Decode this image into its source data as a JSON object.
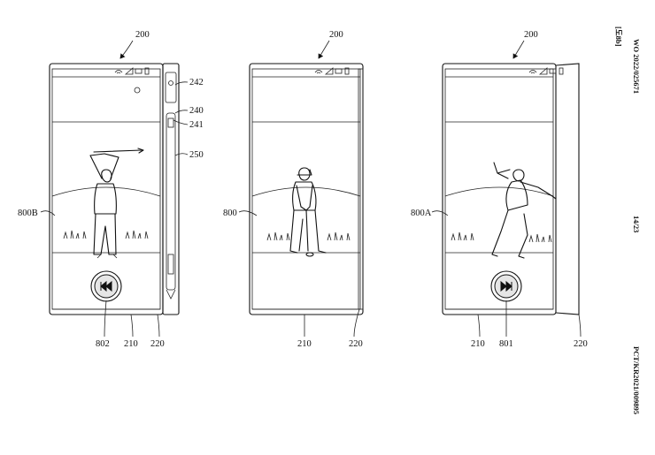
{
  "sheet": {
    "header_right": "WO 2022/025671",
    "bracket_mark": "[도8b]",
    "page_number": "14/23",
    "footer_right": "PCT/KR2021/009895"
  },
  "figures": [
    {
      "device_label": "200",
      "screen_label": "800B",
      "button_label": "802",
      "body_label": "210",
      "slide_label": "220",
      "extras": {
        "cap": "242",
        "pen": "240",
        "pen_tip": "241",
        "pen_body": "250"
      },
      "button_icon": "rewind-icon"
    },
    {
      "device_label": "200",
      "screen_label": "800",
      "body_label": "210",
      "slide_label": "220"
    },
    {
      "device_label": "200",
      "screen_label": "800A",
      "button_label": "801",
      "body_label": "210",
      "slide_label": "220",
      "button_icon": "fast-forward-icon"
    }
  ],
  "colors": {
    "ink": "#111111",
    "paper": "#ffffff"
  }
}
